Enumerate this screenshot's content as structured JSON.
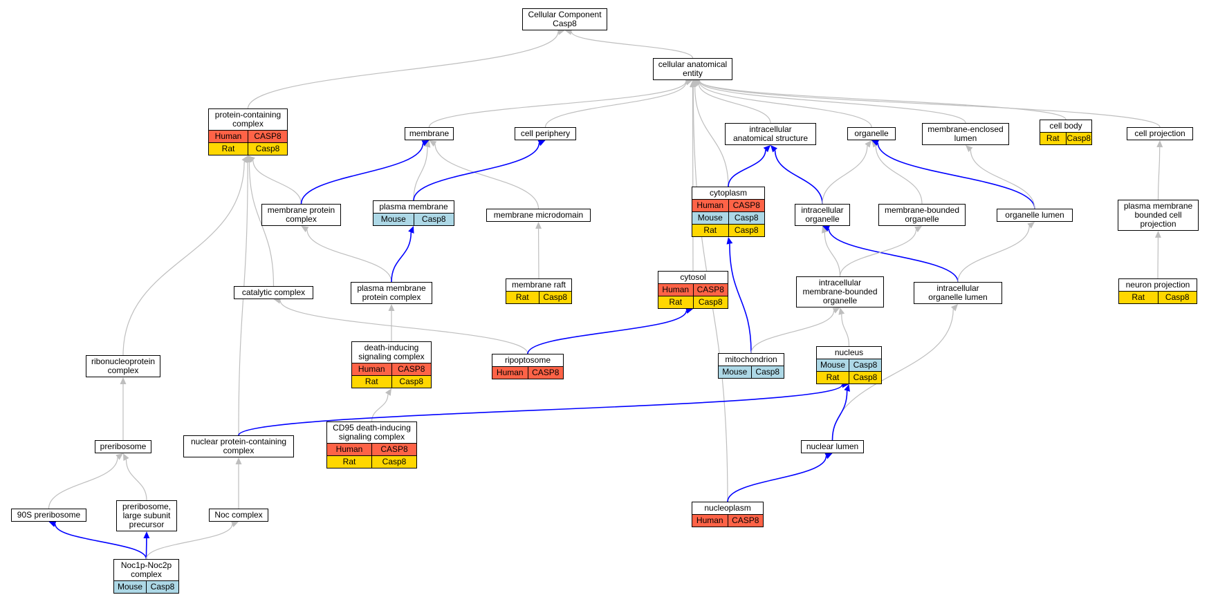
{
  "colors": {
    "human": "#fe6347",
    "mouse": "#add8e6",
    "rat": "#ffd700",
    "edge_default": "#bebebe",
    "edge_highlight": "#0000ff"
  },
  "nodes": [
    {
      "id": "root",
      "lines": [
        "Cellular Component",
        "Casp8"
      ],
      "species": []
    },
    {
      "id": "cae",
      "lines": [
        "cellular anatomical",
        "entity"
      ],
      "species": []
    },
    {
      "id": "pcc",
      "lines": [
        "protein-containing",
        "complex"
      ],
      "species": [
        {
          "name": "Human",
          "gene": "CASP8",
          "kind": "human"
        },
        {
          "name": "Rat",
          "gene": "Casp8",
          "kind": "rat"
        }
      ]
    },
    {
      "id": "membrane",
      "lines": [
        "membrane"
      ],
      "species": []
    },
    {
      "id": "cellper",
      "lines": [
        "cell periphery"
      ],
      "species": []
    },
    {
      "id": "ias",
      "lines": [
        "intracellular",
        "anatomical structure"
      ],
      "species": []
    },
    {
      "id": "organelle",
      "lines": [
        "organelle"
      ],
      "species": []
    },
    {
      "id": "mel",
      "lines": [
        "membrane-enclosed",
        "lumen"
      ],
      "species": []
    },
    {
      "id": "cellbody",
      "lines": [
        "cell body"
      ],
      "species": [
        {
          "name": "Rat",
          "gene": "Casp8",
          "kind": "rat"
        }
      ]
    },
    {
      "id": "cellproj",
      "lines": [
        "cell projection"
      ],
      "species": []
    },
    {
      "id": "mpc",
      "lines": [
        "membrane protein",
        "complex"
      ],
      "species": []
    },
    {
      "id": "pm",
      "lines": [
        "plasma membrane"
      ],
      "species": [
        {
          "name": "Mouse",
          "gene": "Casp8",
          "kind": "mouse"
        }
      ]
    },
    {
      "id": "mmd",
      "lines": [
        "membrane microdomain"
      ],
      "species": []
    },
    {
      "id": "cytoplasm",
      "lines": [
        "cytoplasm"
      ],
      "species": [
        {
          "name": "Human",
          "gene": "CASP8",
          "kind": "human"
        },
        {
          "name": "Mouse",
          "gene": "Casp8",
          "kind": "mouse"
        },
        {
          "name": "Rat",
          "gene": "Casp8",
          "kind": "rat"
        }
      ]
    },
    {
      "id": "io",
      "lines": [
        "intracellular",
        "organelle"
      ],
      "species": []
    },
    {
      "id": "mbo",
      "lines": [
        "membrane-bounded",
        "organelle"
      ],
      "species": []
    },
    {
      "id": "ol",
      "lines": [
        "organelle lumen"
      ],
      "species": []
    },
    {
      "id": "pmbcp",
      "lines": [
        "plasma membrane",
        "bounded cell",
        "projection"
      ],
      "species": []
    },
    {
      "id": "catc",
      "lines": [
        "catalytic complex"
      ],
      "species": []
    },
    {
      "id": "pmpc",
      "lines": [
        "plasma membrane",
        "protein complex"
      ],
      "species": []
    },
    {
      "id": "raft",
      "lines": [
        "membrane raft"
      ],
      "species": [
        {
          "name": "Rat",
          "gene": "Casp8",
          "kind": "rat"
        }
      ]
    },
    {
      "id": "cytosol",
      "lines": [
        "cytosol"
      ],
      "species": [
        {
          "name": "Human",
          "gene": "CASP8",
          "kind": "human"
        },
        {
          "name": "Rat",
          "gene": "Casp8",
          "kind": "rat"
        }
      ]
    },
    {
      "id": "imbo",
      "lines": [
        "intracellular",
        "membrane-bounded",
        "organelle"
      ],
      "species": []
    },
    {
      "id": "iol",
      "lines": [
        "intracellular",
        "organelle lumen"
      ],
      "species": []
    },
    {
      "id": "np",
      "lines": [
        "neuron projection"
      ],
      "species": [
        {
          "name": "Rat",
          "gene": "Casp8",
          "kind": "rat"
        }
      ]
    },
    {
      "id": "rnp",
      "lines": [
        "ribonucleoprotein",
        "complex"
      ],
      "species": []
    },
    {
      "id": "disc",
      "lines": [
        "death-inducing",
        "signaling complex"
      ],
      "species": [
        {
          "name": "Human",
          "gene": "CASP8",
          "kind": "human"
        },
        {
          "name": "Rat",
          "gene": "Casp8",
          "kind": "rat"
        }
      ]
    },
    {
      "id": "ripo",
      "lines": [
        "ripoptosome"
      ],
      "species": [
        {
          "name": "Human",
          "gene": "CASP8",
          "kind": "human"
        }
      ]
    },
    {
      "id": "mito",
      "lines": [
        "mitochondrion"
      ],
      "species": [
        {
          "name": "Mouse",
          "gene": "Casp8",
          "kind": "mouse"
        }
      ]
    },
    {
      "id": "nucleus",
      "lines": [
        "nucleus"
      ],
      "species": [
        {
          "name": "Mouse",
          "gene": "Casp8",
          "kind": "mouse"
        },
        {
          "name": "Rat",
          "gene": "Casp8",
          "kind": "rat"
        }
      ]
    },
    {
      "id": "prib",
      "lines": [
        "preribosome"
      ],
      "species": []
    },
    {
      "id": "npcc",
      "lines": [
        "nuclear protein-containing",
        "complex"
      ],
      "species": []
    },
    {
      "id": "cd95",
      "lines": [
        "CD95 death-inducing",
        "signaling complex"
      ],
      "species": [
        {
          "name": "Human",
          "gene": "CASP8",
          "kind": "human"
        },
        {
          "name": "Rat",
          "gene": "Casp8",
          "kind": "rat"
        }
      ]
    },
    {
      "id": "nlumen",
      "lines": [
        "nuclear lumen"
      ],
      "species": []
    },
    {
      "id": "p90s",
      "lines": [
        "90S preribosome"
      ],
      "species": []
    },
    {
      "id": "plsp",
      "lines": [
        "preribosome,",
        "large subunit",
        "precursor"
      ],
      "species": []
    },
    {
      "id": "noc",
      "lines": [
        "Noc complex"
      ],
      "species": []
    },
    {
      "id": "nucleoplasm",
      "lines": [
        "nucleoplasm"
      ],
      "species": [
        {
          "name": "Human",
          "gene": "CASP8",
          "kind": "human"
        }
      ]
    },
    {
      "id": "noc12",
      "lines": [
        "Noc1p-Noc2p",
        "complex"
      ],
      "species": [
        {
          "name": "Mouse",
          "gene": "Casp8",
          "kind": "mouse"
        }
      ]
    }
  ],
  "edges": [
    {
      "from": "cae",
      "to": "root",
      "highlight": false
    },
    {
      "from": "pcc",
      "to": "root",
      "highlight": false
    },
    {
      "from": "membrane",
      "to": "cae",
      "highlight": false
    },
    {
      "from": "cellper",
      "to": "cae",
      "highlight": false
    },
    {
      "from": "ias",
      "to": "cae",
      "highlight": false
    },
    {
      "from": "organelle",
      "to": "cae",
      "highlight": false
    },
    {
      "from": "mel",
      "to": "cae",
      "highlight": false
    },
    {
      "from": "cellbody",
      "to": "cae",
      "highlight": false
    },
    {
      "from": "cellproj",
      "to": "cae",
      "highlight": false
    },
    {
      "from": "cytoplasm",
      "to": "cae",
      "highlight": false
    },
    {
      "from": "cytosol",
      "to": "cae",
      "highlight": false
    },
    {
      "from": "nucleoplasm",
      "to": "cae",
      "highlight": false
    },
    {
      "from": "mpc",
      "to": "pcc",
      "highlight": false
    },
    {
      "from": "catc",
      "to": "pcc",
      "highlight": false
    },
    {
      "from": "rnp",
      "to": "pcc",
      "highlight": false
    },
    {
      "from": "npcc",
      "to": "pcc",
      "highlight": false
    },
    {
      "from": "mpc",
      "to": "membrane",
      "highlight": true
    },
    {
      "from": "pm",
      "to": "membrane",
      "highlight": false
    },
    {
      "from": "mmd",
      "to": "membrane",
      "highlight": false
    },
    {
      "from": "pm",
      "to": "cellper",
      "highlight": true
    },
    {
      "from": "cytoplasm",
      "to": "ias",
      "highlight": true
    },
    {
      "from": "io",
      "to": "ias",
      "highlight": true
    },
    {
      "from": "io",
      "to": "organelle",
      "highlight": false
    },
    {
      "from": "mbo",
      "to": "organelle",
      "highlight": false
    },
    {
      "from": "ol",
      "to": "organelle",
      "highlight": true
    },
    {
      "from": "ol",
      "to": "mel",
      "highlight": false
    },
    {
      "from": "pmbcp",
      "to": "cellproj",
      "highlight": false
    },
    {
      "from": "pmpc",
      "to": "mpc",
      "highlight": false
    },
    {
      "from": "pmpc",
      "to": "pm",
      "highlight": true
    },
    {
      "from": "raft",
      "to": "mmd",
      "highlight": false
    },
    {
      "from": "mito",
      "to": "cytoplasm",
      "highlight": true
    },
    {
      "from": "imbo",
      "to": "io",
      "highlight": false
    },
    {
      "from": "iol",
      "to": "io",
      "highlight": true
    },
    {
      "from": "imbo",
      "to": "mbo",
      "highlight": false
    },
    {
      "from": "iol",
      "to": "ol",
      "highlight": false
    },
    {
      "from": "np",
      "to": "pmbcp",
      "highlight": false
    },
    {
      "from": "ripo",
      "to": "catc",
      "highlight": false
    },
    {
      "from": "disc",
      "to": "pmpc",
      "highlight": false
    },
    {
      "from": "ripo",
      "to": "cytosol",
      "highlight": true
    },
    {
      "from": "mito",
      "to": "imbo",
      "highlight": false
    },
    {
      "from": "nucleus",
      "to": "imbo",
      "highlight": false
    },
    {
      "from": "nlumen",
      "to": "iol",
      "highlight": false
    },
    {
      "from": "prib",
      "to": "rnp",
      "highlight": false
    },
    {
      "from": "cd95",
      "to": "disc",
      "highlight": false
    },
    {
      "from": "npcc",
      "to": "nucleus",
      "highlight": true
    },
    {
      "from": "nlumen",
      "to": "nucleus",
      "highlight": true
    },
    {
      "from": "p90s",
      "to": "prib",
      "highlight": false
    },
    {
      "from": "plsp",
      "to": "prib",
      "highlight": false
    },
    {
      "from": "noc",
      "to": "npcc",
      "highlight": false
    },
    {
      "from": "nucleoplasm",
      "to": "nlumen",
      "highlight": true
    },
    {
      "from": "noc12",
      "to": "p90s",
      "highlight": true
    },
    {
      "from": "noc12",
      "to": "plsp",
      "highlight": true
    },
    {
      "from": "noc12",
      "to": "noc",
      "highlight": false
    }
  ]
}
